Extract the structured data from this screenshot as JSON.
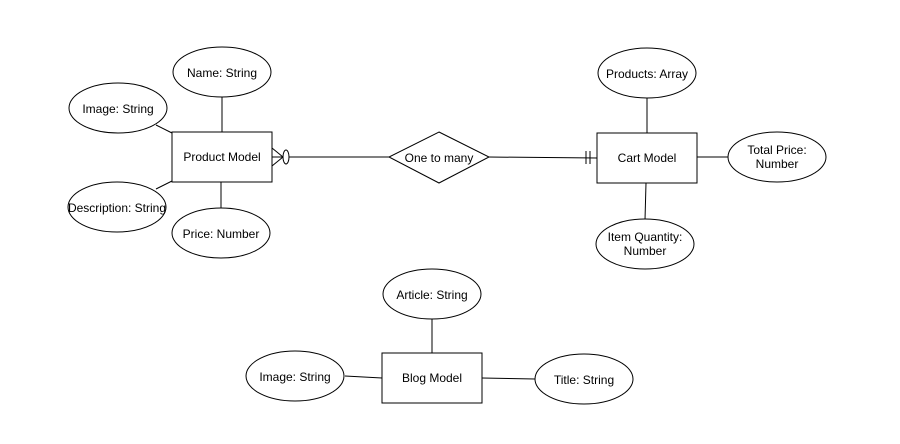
{
  "entities": {
    "product": "Product Model",
    "cart": "Cart Model",
    "blog": "Blog Model"
  },
  "relationship": {
    "label": "One to many",
    "from_cardinality": "many",
    "to_cardinality": "one"
  },
  "attributes": {
    "product_name": "Name: String",
    "product_image": "Image: String",
    "product_description": "Description: String",
    "product_price": "Price: Number",
    "cart_products": "Products: Array",
    "cart_total_price": [
      "Total Price:",
      "Number"
    ],
    "cart_item_quantity": [
      "Item Quantity:",
      "Number"
    ],
    "blog_article": "Article: String",
    "blog_image": "Image: String",
    "blog_title": "Title: String"
  }
}
